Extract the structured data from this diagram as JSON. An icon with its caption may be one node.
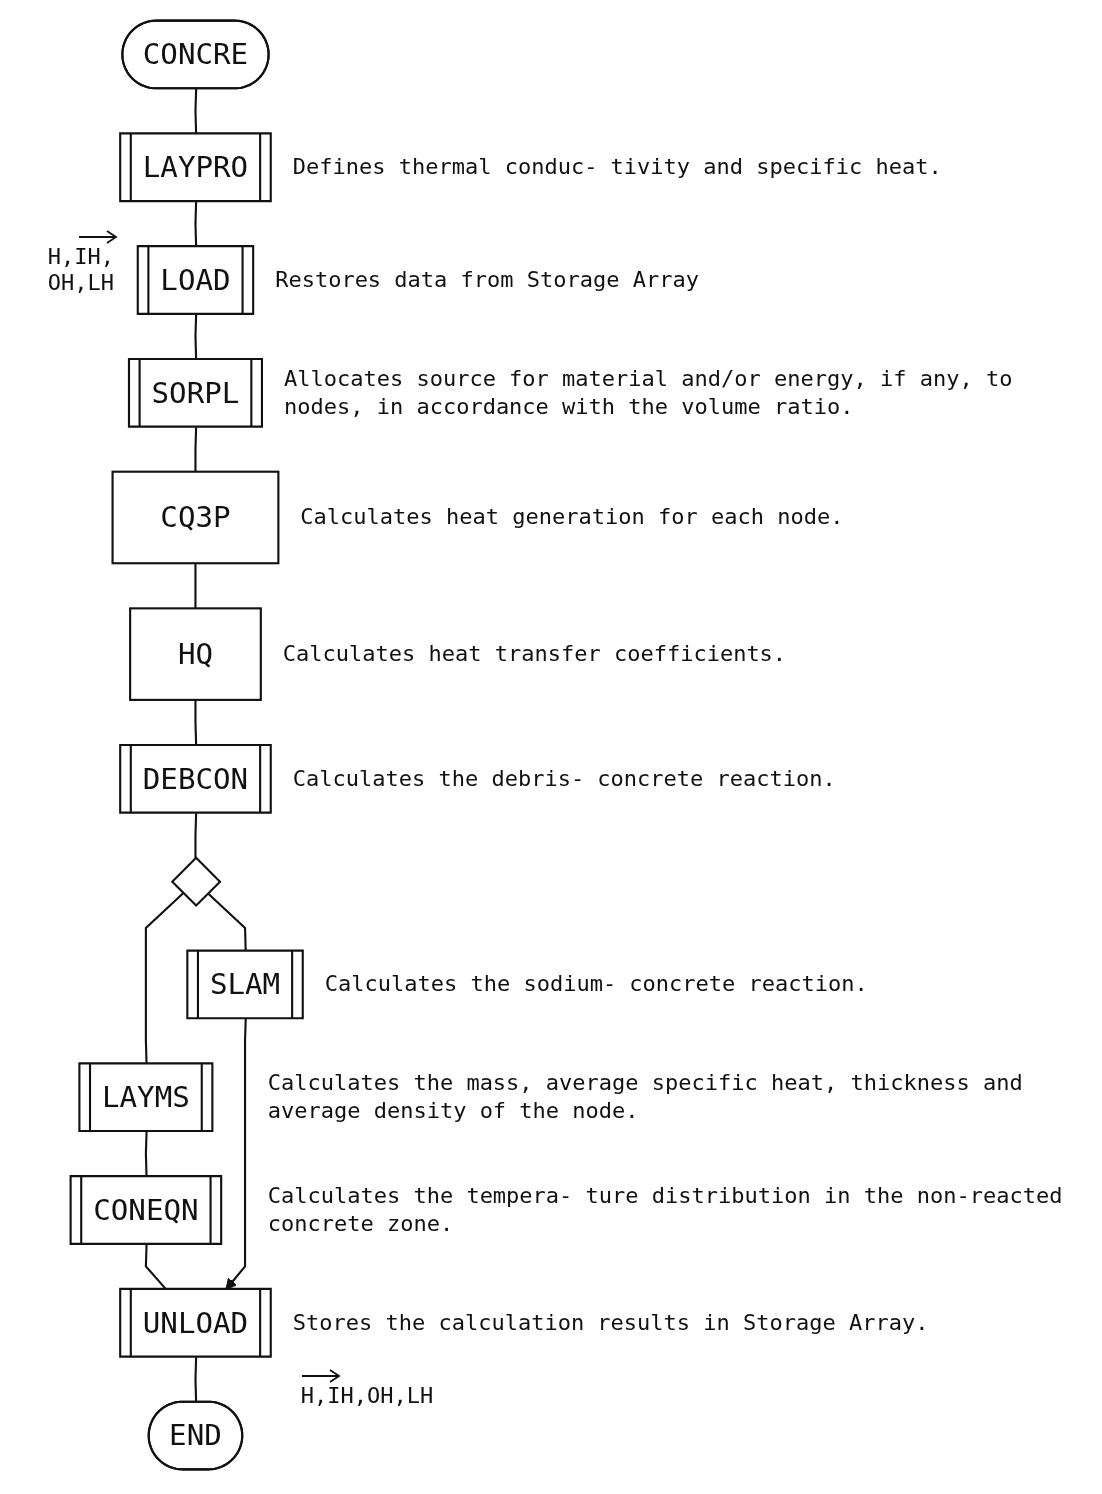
{
  "diagram": {
    "nodes": [
      {
        "text": [
          "CONCRE"
        ]
      },
      {
        "text": [
          "LAYPRO"
        ],
        "beside": [
          "Defines thermal conduc- tivity and specific heat."
        ]
      },
      {
        "text": [
          "LOAD"
        ],
        "beside": [
          "Restores data from Storage Array"
        ]
      },
      {
        "text": [
          "SORPL"
        ],
        "beside": [
          "Allocates source for material and/or energy, if any, to nodes, in accordance with the volume ratio."
        ]
      },
      {
        "text": [
          "CQ3P"
        ],
        "beside": [
          "Calculates heat generation for each node."
        ]
      },
      {
        "text": [
          "HQ"
        ],
        "beside": [
          "Calculates heat transfer coefficients."
        ]
      },
      {
        "text": [
          "DEBCON"
        ],
        "beside": [
          "Calculates the debris- concrete reaction."
        ]
      },
      {
        "text": [],
        "shape": "diamond"
      },
      {
        "text": [
          "SLAM"
        ],
        "beside": [
          "Calculates the sodium- concrete reaction."
        ]
      },
      {
        "text": [
          "LAYMS"
        ],
        "beside": [
          "Calculates the mass, average specific heat, thickness and average density of the node."
        ]
      },
      {
        "text": [
          "CONEQN"
        ],
        "beside": [
          "Calculates the tempera- ture distribution in the non-reacted concrete zone."
        ]
      },
      {
        "text": [
          "UNLOAD"
        ],
        "beside": [
          "Stores the calculation results in Storage Array."
        ]
      },
      {
        "text": [
          "END"
        ]
      }
    ],
    "edges": [
      {
        "from": 0,
        "to": 1,
        "arrow": "none"
      },
      {
        "from": 1,
        "to": 2,
        "arrow": "none"
      },
      {
        "from": 2,
        "to": 3,
        "arrow": "none"
      },
      {
        "from": 3,
        "to": 4,
        "arrow": "none"
      },
      {
        "from": 4,
        "to": 5,
        "arrow": "none"
      },
      {
        "from": 5,
        "to": 6,
        "arrow": "none"
      },
      {
        "from": 6,
        "to": 7,
        "arrow": "none"
      },
      {
        "from": 7,
        "to": 9,
        "arrow": "none"
      },
      {
        "from": 7,
        "to": 8,
        "arrow": "none"
      },
      {
        "from": 9,
        "to": 10,
        "arrow": "none"
      },
      {
        "from": 10,
        "to": 11,
        "arrow": "none"
      },
      {
        "from": 8,
        "to": 11,
        "arrow": "to"
      },
      {
        "from": 11,
        "to": 12,
        "arrow": "none"
      }
    ],
    "labels": [
      "H,IH, OH,LH",
      "H,IH,OH,LH"
    ]
  }
}
